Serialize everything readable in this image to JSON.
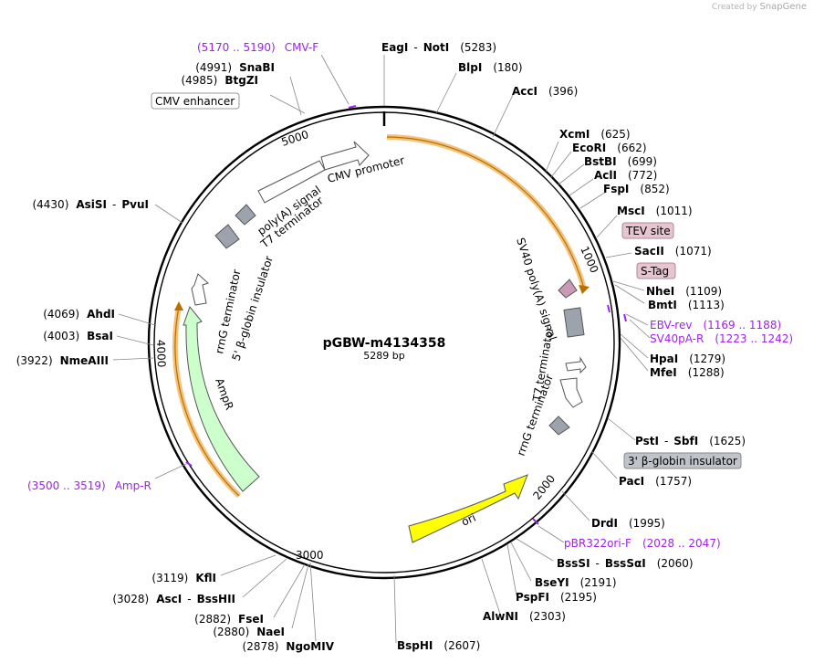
{
  "watermark": {
    "prefix": "Created by",
    "brand": "SnapGene"
  },
  "plasmid": {
    "name": "pGBW-m4134358",
    "length_label": "5289 bp",
    "length": 5289
  },
  "colors": {
    "backbone": "#000000",
    "ampR": "#ccffcc",
    "ori": "#ffff00",
    "promoter": "#ffffff",
    "terminator": "#9da3ad",
    "misc_box": "#c0c4ca",
    "tag_box": "#e6c5d0",
    "primer": "#a020f0",
    "orf_line": "#f0b050"
  },
  "ticks": [
    {
      "pos": 1000,
      "label": "1000"
    },
    {
      "pos": 2000,
      "label": "2000"
    },
    {
      "pos": 3000,
      "label": "3000"
    },
    {
      "pos": 4000,
      "label": "4000"
    },
    {
      "pos": 5000,
      "label": "5000"
    }
  ],
  "sites": [
    {
      "enzyme": "EagI",
      "enzyme2": "NotI",
      "coord": "(5283)"
    },
    {
      "enzyme": "BlpI",
      "coord": "(180)"
    },
    {
      "enzyme": "AccI",
      "coord": "(396)"
    },
    {
      "enzyme": "XcmI",
      "coord": "(625)"
    },
    {
      "enzyme": "EcoRI",
      "coord": "(662)"
    },
    {
      "enzyme": "BstBI",
      "coord": "(699)"
    },
    {
      "enzyme": "AclI",
      "coord": "(772)"
    },
    {
      "enzyme": "FspI",
      "coord": "(852)"
    },
    {
      "enzyme": "MscI",
      "coord": "(1011)"
    },
    {
      "enzyme": "SacII",
      "coord": "(1071)"
    },
    {
      "enzyme": "NheI",
      "coord": "(1109)"
    },
    {
      "enzyme": "BmtI",
      "coord": "(1113)"
    },
    {
      "enzyme": "HpaI",
      "coord": "(1279)"
    },
    {
      "enzyme": "MfeI",
      "coord": "(1288)"
    },
    {
      "enzyme": "PstI",
      "enzyme2": "SbfI",
      "coord": "(1625)"
    },
    {
      "enzyme": "PacI",
      "coord": "(1757)"
    },
    {
      "enzyme": "DrdI",
      "coord": "(1995)"
    },
    {
      "enzyme": "BssSI",
      "enzyme2": "BssSαI",
      "coord": "(2060)"
    },
    {
      "enzyme": "BseYI",
      "coord": "(2191)"
    },
    {
      "enzyme": "PspFI",
      "coord": "(2195)"
    },
    {
      "enzyme": "AlwNI",
      "coord": "(2303)"
    },
    {
      "enzyme": "BspHI",
      "coord": "(2607)"
    },
    {
      "enzyme": "NgoMIV",
      "coord": "(2878)"
    },
    {
      "enzyme": "NaeI",
      "coord": "(2880)"
    },
    {
      "enzyme": "FseI",
      "coord": "(2882)"
    },
    {
      "enzyme": "AscI",
      "enzyme2": "BssHII",
      "coord": "(3028)"
    },
    {
      "enzyme": "KflI",
      "coord": "(3119)"
    },
    {
      "enzyme": "NmeAIII",
      "coord": "(3922)"
    },
    {
      "enzyme": "BsaI",
      "coord": "(4003)"
    },
    {
      "enzyme": "AhdI",
      "coord": "(4069)"
    },
    {
      "enzyme": "AsiSI",
      "enzyme2": "PvuI",
      "coord": "(4430)"
    },
    {
      "enzyme": "BtgZI",
      "coord": "(4985)"
    },
    {
      "enzyme": "SnaBI",
      "coord": "(4991)"
    }
  ],
  "primers": [
    {
      "name": "CMV-F",
      "coord": "(5170 .. 5190)"
    },
    {
      "name": "EBV-rev",
      "coord": "(1169 .. 1188)"
    },
    {
      "name": "SV40pA-R",
      "coord": "(1223 .. 1242)"
    },
    {
      "name": "pBR322ori-F",
      "coord": "(2028 .. 2047)"
    },
    {
      "name": "Amp-R",
      "coord": "(3500 .. 3519)"
    }
  ],
  "boxed_features": [
    {
      "name": "CMV enhancer",
      "style": "plain"
    },
    {
      "name": "TEV site",
      "style": "tag"
    },
    {
      "name": "S-Tag",
      "style": "tag"
    },
    {
      "name": "3' β-globin insulator",
      "style": "grey"
    }
  ],
  "features": [
    {
      "name": "CMV promoter"
    },
    {
      "name": "SV40 poly(A) signal"
    },
    {
      "name": "T7 terminator"
    },
    {
      "name": "rrnG terminator"
    },
    {
      "name": "ori"
    },
    {
      "name": "AmpR"
    },
    {
      "name": "rrnG terminator"
    },
    {
      "name": "5' β-globin insulator"
    },
    {
      "name": "poly(A) signal"
    },
    {
      "name": "T7 terminator"
    }
  ]
}
